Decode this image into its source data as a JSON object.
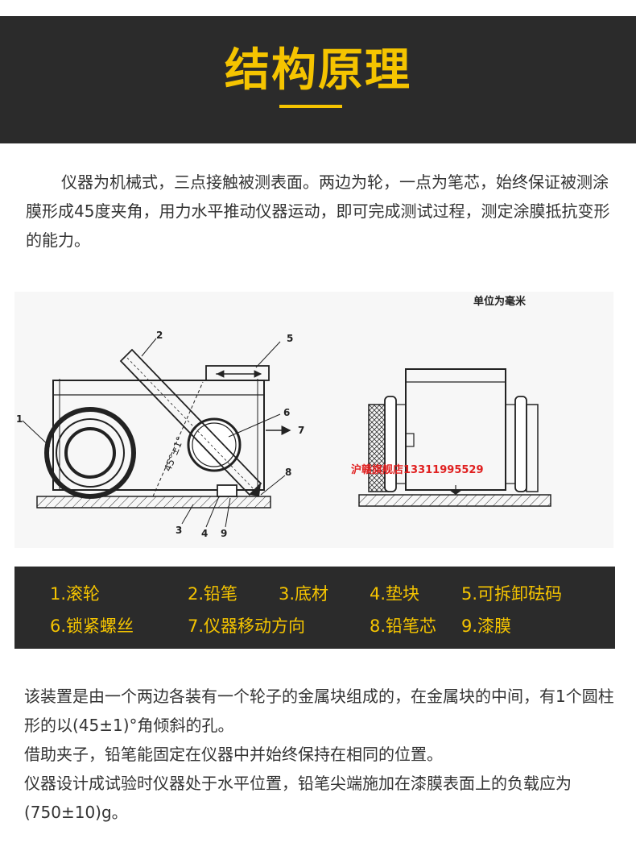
{
  "header": {
    "title": "结构原理"
  },
  "intro": {
    "text": "仪器为机械式，三点接触被测表面。两边为轮，一点为笔芯，始终保证被测涂膜形成45度夹角，用力水平推动仪器运动，即可完成测试过程，测定涂膜抵抗变形的能力。"
  },
  "figure": {
    "unit_label": "单位为毫米",
    "angle_label": "45°±1°",
    "watermark": "沪赣旗舰店13311995529",
    "callouts": [
      "1",
      "2",
      "3",
      "4",
      "5",
      "6",
      "7",
      "8",
      "9"
    ]
  },
  "legend": {
    "items": [
      "1.滚轮",
      "2.铅笔",
      "3.底材",
      "4.垫块",
      "5.可拆卸砝码",
      "6.锁紧螺丝",
      "7.仪器移动方向",
      "8.铅笔芯",
      "9.漆膜"
    ]
  },
  "bottom": {
    "lines": [
      "该装置是由一个两边各装有一个轮子的金属块组成的，在金属块的中间，有1个圆柱形的以(45±1)°角倾斜的孔。",
      "借助夹子，铅笔能固定在仪器中并始终保持在相同的位置。",
      "仪器设计成试验时仪器处于水平位置，铅笔尖端施加在漆膜表面上的负载应为 (750±10)g。"
    ]
  }
}
